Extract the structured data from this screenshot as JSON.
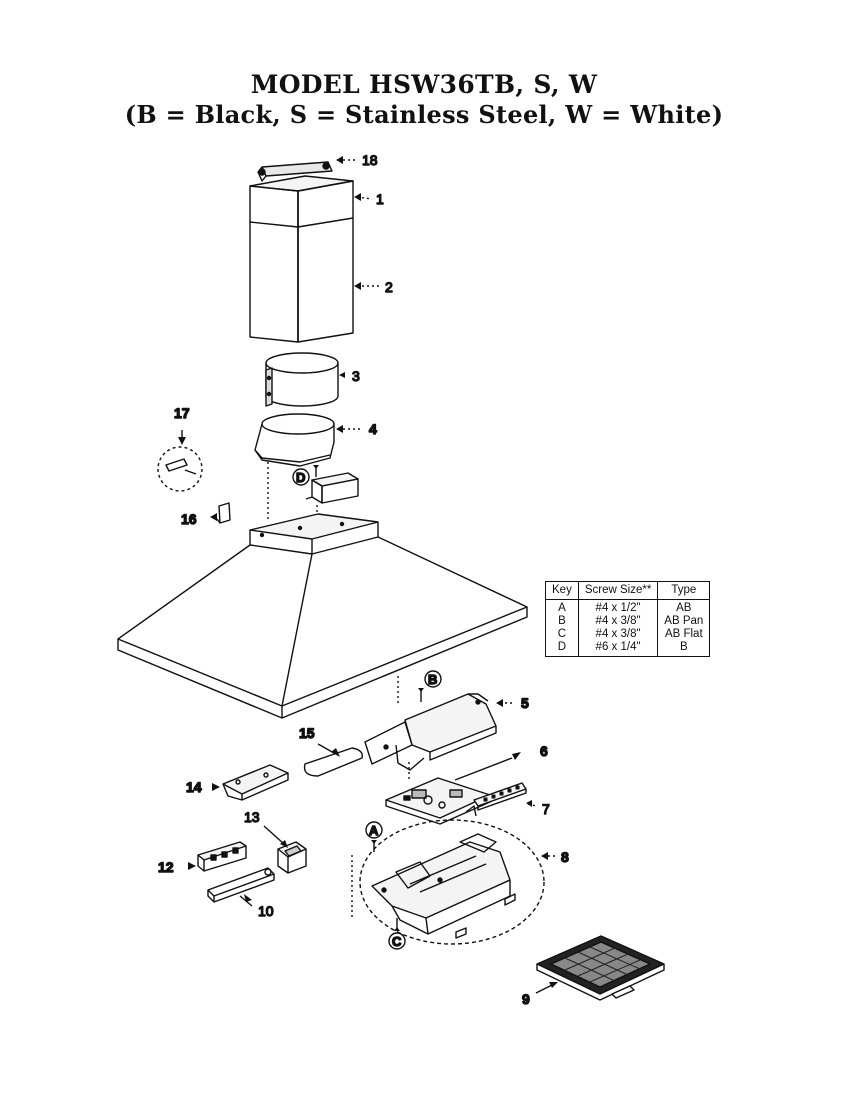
{
  "title": {
    "line1": "MODEL HSW36TB, S, W",
    "line2": "(B = Black, S = Stainless Steel, W = White)"
  },
  "screw_table": {
    "headers": [
      "Key",
      "Screw Size**",
      "Type"
    ],
    "rows": [
      [
        "A",
        "#4 x 1/2\"",
        "AB"
      ],
      [
        "B",
        "#4 x 3/8\"",
        "AB Pan"
      ],
      [
        "C",
        "#4 x 3/8\"",
        "AB Flat"
      ],
      [
        "D",
        "#6 x 1/4\"",
        "B"
      ]
    ]
  },
  "callouts": {
    "p1": "1",
    "p2": "2",
    "p3": "3",
    "p4": "4",
    "p5": "5",
    "p6": "6",
    "p7": "7",
    "p8": "8",
    "p9": "9",
    "p10": "10",
    "p12": "12",
    "p13": "13",
    "p14": "14",
    "p15": "15",
    "p16": "16",
    "p17": "17",
    "p18": "18"
  },
  "screw_keys": {
    "a": "A",
    "b": "B",
    "c": "C",
    "d": "D"
  }
}
